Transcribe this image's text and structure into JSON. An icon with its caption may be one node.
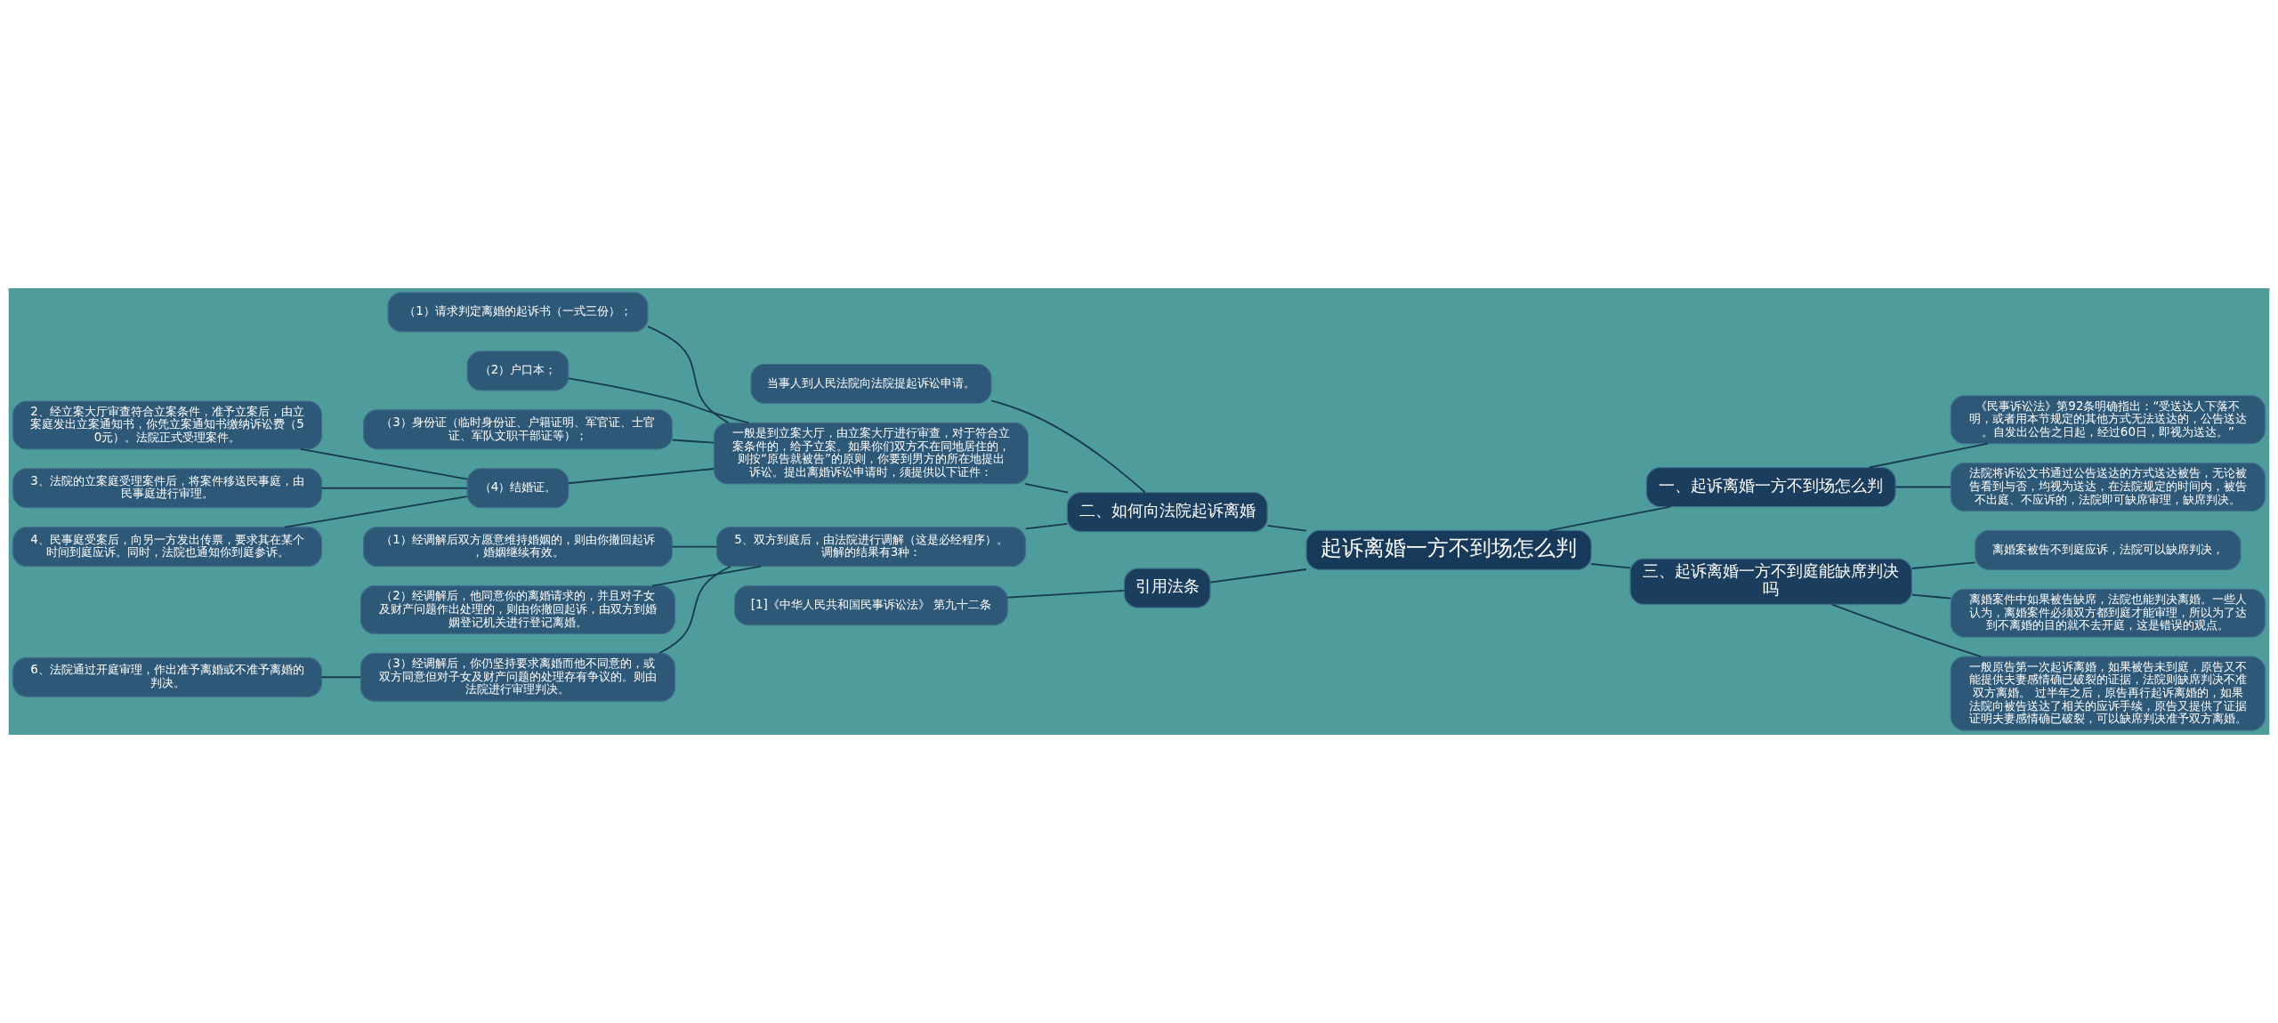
{
  "diagram": {
    "nodes": [
      {
        "text": [
          "起诉离婚一方不到场怎么判"
        ]
      },
      {
        "text": [
          "二、如何向法院起诉离婚"
        ]
      },
      {
        "text": [
          "当事人到人民法院向法院提起诉讼申请。"
        ]
      },
      {
        "text": [
          "一般是到立案大厅，由立案大厅进行审查，对于符合立案条件的，给予立案。如果你们双方不在同地居住的，则按“原告就被告”的原则，你要到男方的所在地提出诉讼。提出离婚诉讼申请时，须提供以下证件："
        ]
      },
      {
        "text": [
          "（1）请求判定离婚的起诉书（一式三份）；"
        ]
      },
      {
        "text": [
          "（2）户口本；"
        ]
      },
      {
        "text": [
          "（3）身份证（临时身份证、户籍证明、军官证、士官证、军队文职干部证等）；"
        ]
      },
      {
        "text": [
          "（4）结婚证。"
        ]
      },
      {
        "text": [
          "2、经立案大厅审查符合立案条件，准予立案后，由立案庭发出立案通知书，你凭立案通知书缴纳诉讼费（50元）。法院正式受理案件。"
        ]
      },
      {
        "text": [
          "3、法院的立案庭受理案件后，将案件移送民事庭，由民事庭进行审理。"
        ]
      },
      {
        "text": [
          "4、民事庭受案后，向另一方发出传票，要求其在某个时间到庭应诉。同时，法院也通知你到庭参诉。"
        ]
      },
      {
        "text": [
          "5、双方到庭后，由法院进行调解（这是必经程序）。调解的结果有3种："
        ]
      },
      {
        "text": [
          "（1）经调解后双方愿意维持婚姻的，则由你撤回起诉，婚姻继续有效。"
        ]
      },
      {
        "text": [
          "（2）经调解后，他同意你的离婚请求的，并且对子女及财产问题作出处理的，则由你撤回起诉，由双方到婚姻登记机关进行登记离婚。"
        ]
      },
      {
        "text": [
          "（3）经调解后，你仍坚持要求离婚而他不同意的，或双方同意但对子女及财产问题的处理存有争议的。则由法院进行审理判决。"
        ]
      },
      {
        "text": [
          "6、法院通过开庭审理，作出准予离婚或不准予离婚的判决。"
        ]
      },
      {
        "text": [
          "引用法条"
        ]
      },
      {
        "text": [
          "[1]《中华人民共和国民事诉讼法》 第九十二条"
        ]
      },
      {
        "text": [
          "一、起诉离婚一方不到场怎么判"
        ]
      },
      {
        "text": [
          "《民事诉讼法》第92条明确指出：“受送达人下落不明，或者用本节规定的其他方式无法送达的，公告送达。自发出公告之日起，经过60日，即视为送达。”"
        ]
      },
      {
        "text": [
          "法院将诉讼文书通过公告送达的方式送达被告，无论被告看到与否，均视为送达，在法院规定的时间内，被告不出庭、不应诉的，法院即可缺席审理，缺席判决。"
        ]
      },
      {
        "text": [
          "三、起诉离婚一方不到庭能缺席判决吗"
        ]
      },
      {
        "text": [
          "离婚案被告不到庭应诉，法院可以缺席判决，"
        ]
      },
      {
        "text": [
          "离婚案件中如果被告缺席，法院也能判决离婚。一些人认为，离婚案件必须双方都到庭才能审理，所以为了达到不离婚的目的就不去开庭，这是错误的观点。"
        ]
      },
      {
        "text": [
          "一般原告第一次起诉离婚，如果被告未到庭，原告又不能提供夫妻感情确已破裂的证据，法院则缺席判决不准双方离婚。 过半年之后，原告再行起诉离婚的，如果法院向被告送达了相关的应诉手续，原告又提供了证据证明夫妻感情确已破裂，可以缺席判决准予双方离婚。"
        ]
      }
    ],
    "edges": [
      {
        "from": 0,
        "to": 1,
        "arrow": "none"
      },
      {
        "from": 1,
        "to": 2,
        "arrow": "none"
      },
      {
        "from": 1,
        "to": 3,
        "arrow": "none"
      },
      {
        "from": 3,
        "to": 4,
        "arrow": "none"
      },
      {
        "from": 3,
        "to": 5,
        "arrow": "none"
      },
      {
        "from": 3,
        "to": 6,
        "arrow": "none"
      },
      {
        "from": 3,
        "to": 7,
        "arrow": "none"
      },
      {
        "from": 7,
        "to": 8,
        "arrow": "none"
      },
      {
        "from": 7,
        "to": 9,
        "arrow": "none"
      },
      {
        "from": 7,
        "to": 10,
        "arrow": "none"
      },
      {
        "from": 1,
        "to": 11,
        "arrow": "none"
      },
      {
        "from": 11,
        "to": 12,
        "arrow": "none"
      },
      {
        "from": 11,
        "to": 13,
        "arrow": "none"
      },
      {
        "from": 11,
        "to": 14,
        "arrow": "none"
      },
      {
        "from": 14,
        "to": 15,
        "arrow": "none"
      },
      {
        "from": 0,
        "to": 16,
        "arrow": "none"
      },
      {
        "from": 16,
        "to": 17,
        "arrow": "none"
      },
      {
        "from": 0,
        "to": 18,
        "arrow": "none"
      },
      {
        "from": 18,
        "to": 19,
        "arrow": "none"
      },
      {
        "from": 18,
        "to": 20,
        "arrow": "none"
      },
      {
        "from": 0,
        "to": 21,
        "arrow": "none"
      },
      {
        "from": 21,
        "to": 22,
        "arrow": "none"
      },
      {
        "from": 21,
        "to": 23,
        "arrow": "none"
      },
      {
        "from": 21,
        "to": 24,
        "arrow": "none"
      }
    ]
  }
}
